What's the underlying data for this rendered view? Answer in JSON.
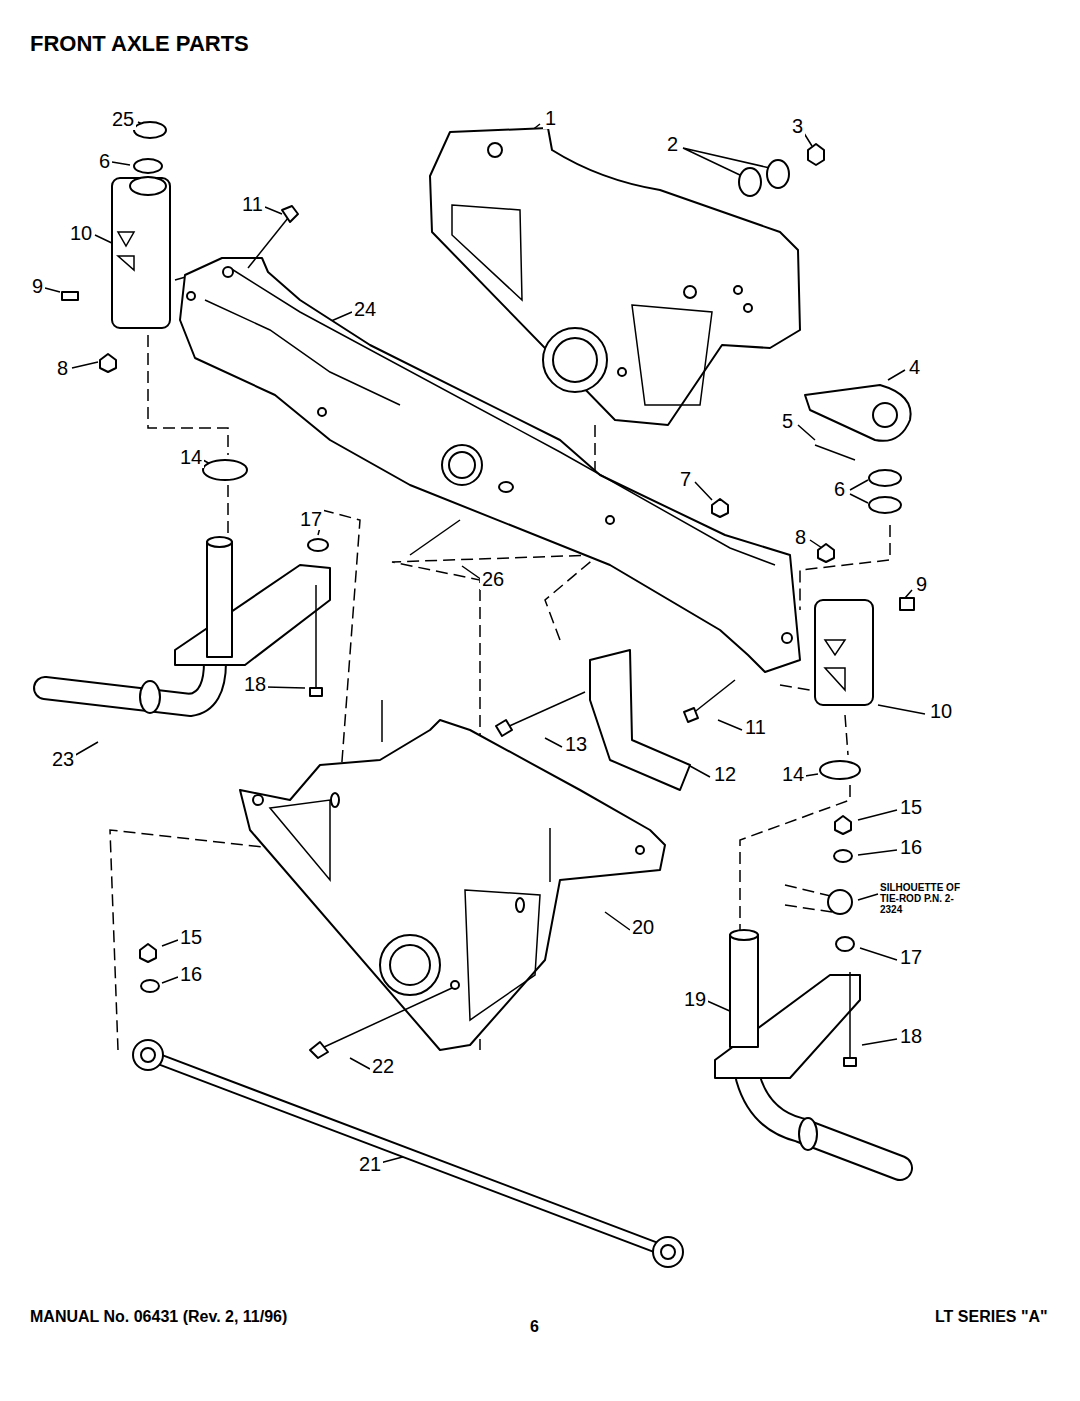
{
  "diagram": {
    "title": "FRONT AXLE PARTS",
    "labels": [
      "25",
      "6",
      "10",
      "11",
      "9",
      "8",
      "1",
      "2",
      "3",
      "24",
      "4",
      "5",
      "6",
      "7",
      "14",
      "17",
      "8",
      "26",
      "9",
      "18",
      "23",
      "11",
      "10",
      "13",
      "12",
      "14",
      "15",
      "16",
      "SILHOUETTE OF TIE-ROD P.N. 2-2324",
      "15",
      "16",
      "20",
      "17",
      "19",
      "18",
      "22",
      "21",
      "MANUAL No. 06431 (Rev. 2, 11/96)",
      "6",
      "LT SERIES \"A\""
    ]
  }
}
